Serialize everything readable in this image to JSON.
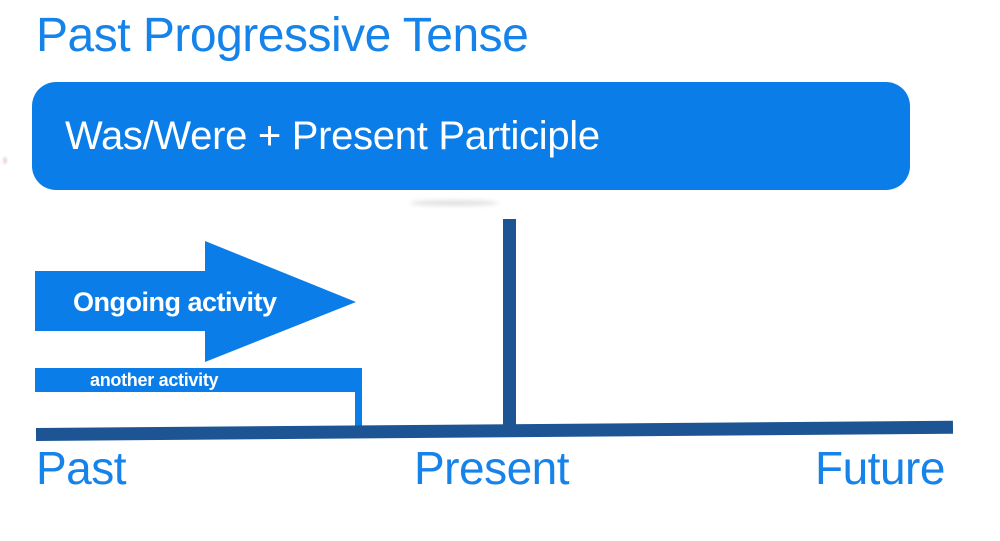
{
  "title": "Past Progressive Tense",
  "formula_box": {
    "label": "Was/Were + Present Participle"
  },
  "timeline_diagram": {
    "arrow_label": "Ongoing activity",
    "bar_label": "another activity",
    "axis_labels": [
      "Past",
      "Present",
      "Future"
    ]
  },
  "colors": {
    "shape_blue": "#0a7de8",
    "text_blue": "#1583ea",
    "timeline_blue": "#1d5494",
    "label_white": "#ffffff"
  }
}
